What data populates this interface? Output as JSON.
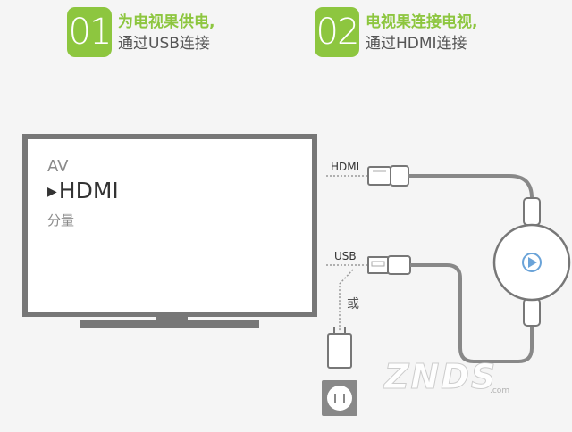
{
  "steps": [
    {
      "num": "01",
      "title": "为电视果供电,",
      "subtitle": "通过USB连接"
    },
    {
      "num": "02",
      "title": "电视果连接电视,",
      "subtitle": "通过HDMI连接"
    }
  ],
  "tv_menu": {
    "av": "AV",
    "hdmi": "HDMI",
    "component": "分量",
    "arrow": "▶"
  },
  "ports": {
    "hdmi": "HDMI",
    "usb": "USB",
    "or": "或"
  },
  "watermark": {
    "main": "ZNDS",
    "sub": ".com"
  },
  "colors": {
    "accent": "#8dc63f",
    "outline": "#777777",
    "background": "#f5f5f5"
  }
}
